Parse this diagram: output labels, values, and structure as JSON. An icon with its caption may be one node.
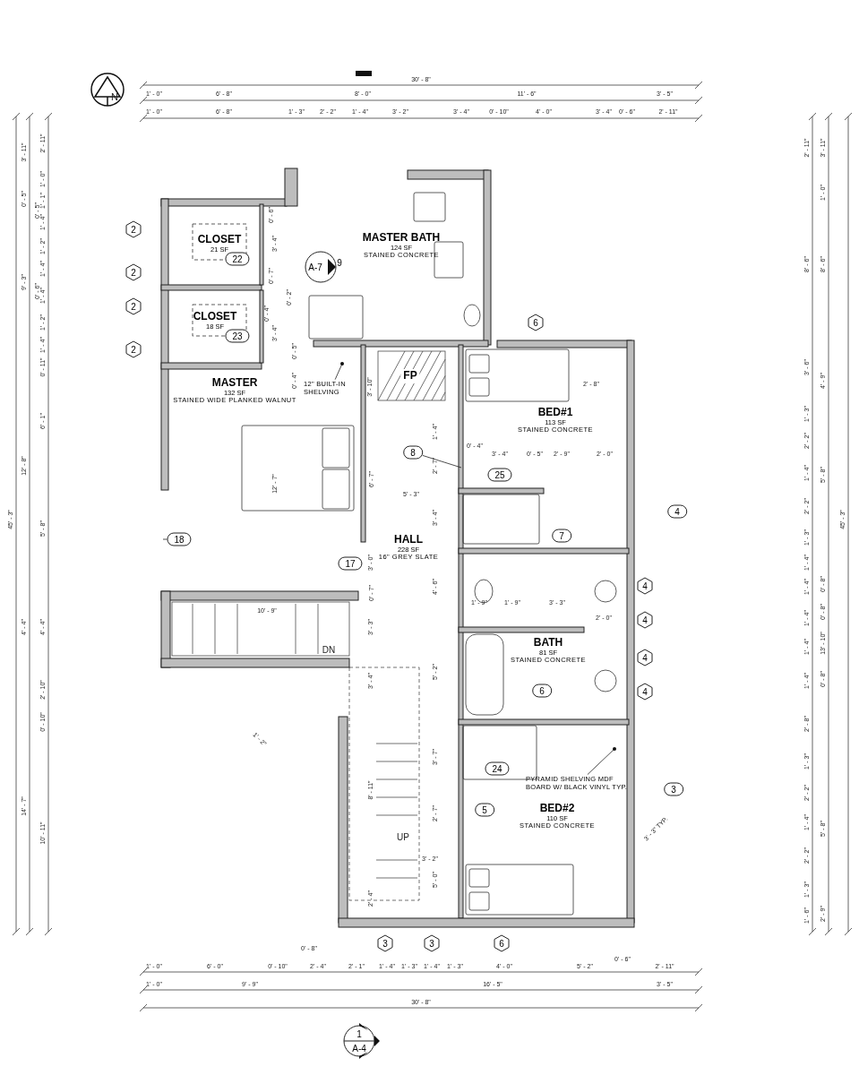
{
  "diagram": {
    "nodes": [
      {
        "text": [
          "CLOSET",
          "21 SF"
        ]
      },
      {
        "text": [
          "22"
        ]
      },
      {
        "text": [
          "CLOSET",
          "18 SF"
        ]
      },
      {
        "text": [
          "23"
        ]
      },
      {
        "text": [
          "MASTER BATH",
          "124 SF",
          "STAINED CONCRETE"
        ]
      },
      {
        "text": [
          "A-7",
          "9"
        ]
      },
      {
        "text": [
          "MASTER",
          "132 SF",
          "STAINED WIDE PLANKED WALNUT"
        ]
      },
      {
        "text": [
          "12\" BUILT-IN SHELVING"
        ]
      },
      {
        "text": [
          "FP"
        ]
      },
      {
        "text": [
          "BED#1",
          "113 SF",
          "STAINED CONCRETE"
        ]
      },
      {
        "text": [
          "8"
        ]
      },
      {
        "text": [
          "25"
        ]
      },
      {
        "text": [
          "HALL",
          "228 SF",
          "16\" GREY SLATE"
        ]
      },
      {
        "text": [
          "7"
        ]
      },
      {
        "text": [
          "17"
        ]
      },
      {
        "text": [
          "18"
        ]
      },
      {
        "text": [
          "BATH",
          "81 SF",
          "STAINED CONCRETE"
        ]
      },
      {
        "text": [
          "6"
        ]
      },
      {
        "text": [
          "24"
        ]
      },
      {
        "text": [
          "PYRAMID SHELVING MDF BOARD W/ BLACK VINYL TYP."
        ]
      },
      {
        "text": [
          "5"
        ]
      },
      {
        "text": [
          "BED#2",
          "110 SF",
          "STAINED CONCRETE"
        ]
      },
      {
        "text": [
          "2"
        ]
      },
      {
        "text": [
          "2"
        ]
      },
      {
        "text": [
          "2"
        ]
      },
      {
        "text": [
          "2"
        ]
      },
      {
        "text": [
          "6"
        ]
      },
      {
        "text": [
          "4"
        ]
      },
      {
        "text": [
          "4"
        ]
      },
      {
        "text": [
          "4"
        ]
      },
      {
        "text": [
          "4"
        ]
      },
      {
        "text": [
          "4"
        ]
      },
      {
        "text": [
          "3"
        ]
      },
      {
        "text": [
          "3"
        ]
      },
      {
        "text": [
          "3"
        ]
      },
      {
        "text": [
          "6"
        ]
      },
      {
        "text": [
          "1",
          "A-4"
        ]
      }
    ],
    "edges": [
      {
        "from": 10,
        "to": null,
        "arrow": "none"
      },
      {
        "from": 15,
        "to": null,
        "arrow": "none"
      },
      {
        "from": 7,
        "to": null,
        "arrow": "other"
      },
      {
        "from": 19,
        "to": null,
        "arrow": "other"
      }
    ],
    "labels": [
      "30' - 8\"",
      "1' - 0\"",
      "6' - 8\"",
      "8' - 0\"",
      "11' - 6\"",
      "3' - 5\"",
      "1' - 0\"",
      "6' - 8\"",
      "1' - 3\"",
      "2' - 2\"",
      "1' - 4\"",
      "3' - 2\"",
      "3' - 4\"",
      "0' - 10\"",
      "4' - 0\"",
      "3' - 4\"",
      "0' - 6\"",
      "2' - 11\"",
      "45' - 3\"",
      "3' - 11\"",
      "0' - 5\"",
      "9' - 3\"",
      "0' - 6\"",
      "12' - 8\"",
      "4' - 4\"",
      "14' - 7\"",
      "2' - 11\"",
      "1' - 0\"",
      "0' - 5\"",
      "1' - 1\"",
      "1' - 4\"",
      "1' - 2\"",
      "1' - 4\"",
      "1' - 4\"",
      "1' - 2\"",
      "1' - 4\"",
      "0' - 11\"",
      "6' - 1\"",
      "5' - 8\"",
      "4' - 4\"",
      "2' - 10\"",
      "0' - 10\"",
      "10' - 11\"",
      "2' - 11\"",
      "8' - 6\"",
      "3' - 6\"",
      "1' - 3\"",
      "2' - 2\"",
      "1' - 4\"",
      "2' - 2\"",
      "1' - 3\"",
      "1' - 4\"",
      "1' - 4\"",
      "1' - 4\"",
      "1' - 4\"",
      "1' - 4\"",
      "2' - 8\"",
      "1' - 3\"",
      "2' - 2\"",
      "1' - 4\"",
      "2' - 2\"",
      "1' - 3\"",
      "1' - 6\"",
      "3' - 11\"",
      "1' - 0\"",
      "8' - 6\"",
      "4' - 9\"",
      "5' - 8\"",
      "0' - 8\"",
      "0' - 8\"",
      "13' - 10\"",
      "0' - 8\"",
      "5' - 8\"",
      "2' - 9\"",
      "45' - 3\"",
      "1' - 0\"",
      "6' - 0\"",
      "0' - 10\"",
      "2' - 4\"",
      "2' - 1\"",
      "1' - 4\"",
      "1' - 3\"",
      "1' - 4\"",
      "1' - 3\"",
      "4' - 0\"",
      "5' - 2\"",
      "2' - 11\"",
      "0' - 8\"",
      "0' - 6\"",
      "1' - 0\"",
      "9' - 9\"",
      "16' - 5\"",
      "3' - 5\"",
      "30' - 8\"",
      "0' - 6\"",
      "3' - 4\"",
      "0' - 7\"",
      "0' - 2\"",
      "0' - 4\"",
      "3' - 4\"",
      "0' - 5\"",
      "0' - 4\"",
      "3' - 10\"",
      "2' - 8\"",
      "1' - 4\"",
      "0' - 4\"",
      "3' - 4\"",
      "0' - 5\"",
      "2' - 9\"",
      "2' - 0\"",
      "12' - 7\"",
      "6' - 7\"",
      "5' - 3\"",
      "2' - 7\"",
      "3' - 4\"",
      "3' - 0\"",
      "0' - 7\"",
      "4' - 6\"",
      "1' - 9\"",
      "1' - 9\"",
      "3' - 3\"",
      "10' - 9\"",
      "2' - 0\"",
      "3' - 3\"",
      "5' - 2\"",
      "3' - 4\"",
      "1' - 2\"",
      "3' - 7\"",
      "8' - 11\"",
      "2' - 7\"",
      "3' - 2\"",
      "5' - 0\"",
      "2' - 4\"",
      "3' - 3\" TYP.",
      "DN",
      "UP",
      "N"
    ]
  }
}
